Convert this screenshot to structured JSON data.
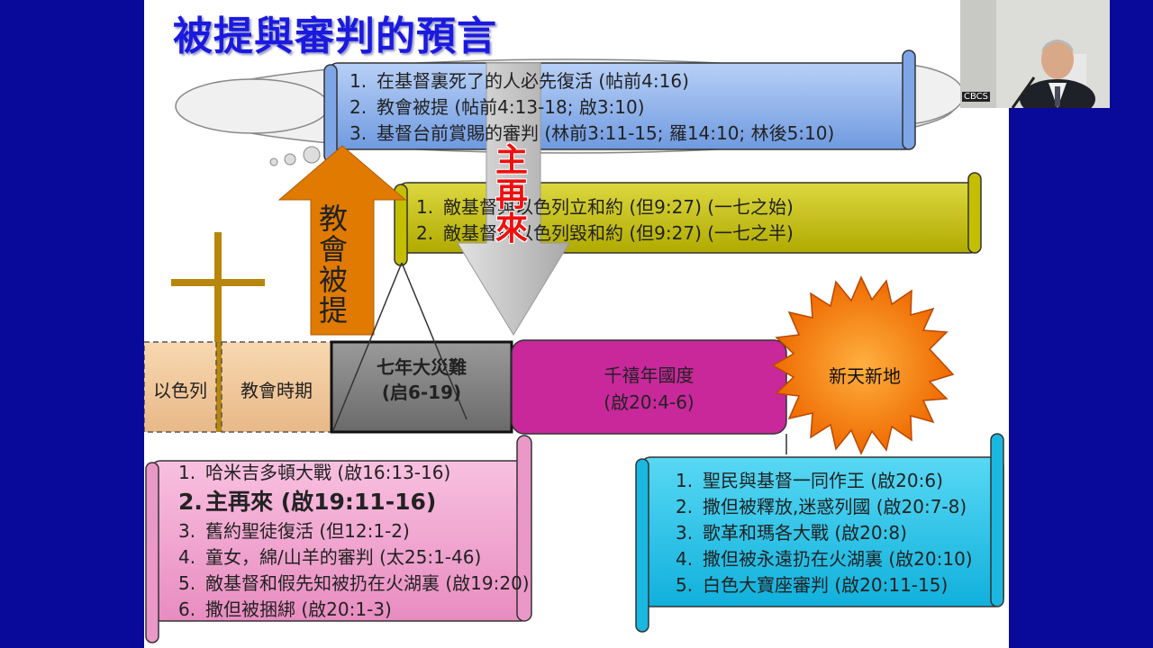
{
  "slide": {
    "title": "被提與審判的預言",
    "cloud_items": [
      {
        "n": "1.",
        "text": "在基督裏死了的人必先復活 (帖前4:16)"
      },
      {
        "n": "2.",
        "text": "教會被提 (帖前4:13-18; 啟3:10)"
      },
      {
        "n": "3.",
        "text": "基督台前賞賜的審判 (林前3:11-15; 羅14:10; 林後5:10)"
      }
    ],
    "seven_items": [
      {
        "n": "1.",
        "text": "敵基督與以色列立和約 (但9:27) (一七之始)"
      },
      {
        "n": "2.",
        "text": "敵基督與以色列毀和約 (但9:27) (一七之半)"
      }
    ],
    "rapture_label": "教會被提",
    "return_label": "主再來",
    "periods": {
      "israel": "以色列",
      "church": "教會時期",
      "tribulation": "七年大災難",
      "tribulation_ref": "(启6-19)",
      "millennium": "千禧年國度",
      "millennium_ref": "(啟20:4-6)",
      "new_heaven": "新天新地"
    },
    "pink_items": [
      {
        "n": "1.",
        "text": "哈米吉多頓大戰 (啟16:13-16)"
      },
      {
        "n": "2.",
        "text": "主再來 (啟19:11-16)"
      },
      {
        "n": "3.",
        "text": "舊約聖徒復活 (但12:1-2)"
      },
      {
        "n": "4.",
        "text": "童女，綿/山羊的審判 (太25:1-46)"
      },
      {
        "n": "5.",
        "text": "敵基督和假先知被扔在火湖裏 (啟19:20)"
      },
      {
        "n": "6.",
        "text": "撒但被捆綁 (啟20:1-3)"
      }
    ],
    "cyan_items": [
      {
        "n": "1.",
        "text": "聖民與基督一同作王 (啟20:6)"
      },
      {
        "n": "2.",
        "text": "撒但被釋放,迷惑列國 (啟20:7-8)"
      },
      {
        "n": "3.",
        "text": "歌革和瑪各大戰 (啟20:8)"
      },
      {
        "n": "4.",
        "text": "撒但被永遠扔在火湖裏 (啟20:10)"
      },
      {
        "n": "5.",
        "text": "白色大寶座審判 (啟20:11-15)"
      }
    ]
  },
  "webcam": {
    "label": "CBCS"
  },
  "colors": {
    "background": "#0a0a9a",
    "title": "#1a1adf",
    "cloud_scroll": "#8fb4ee",
    "olive_scroll": "#c9c400",
    "pink_scroll": "#f2a0cf",
    "cyan_scroll": "#22c6ea",
    "millennium": "#c8289a",
    "tribulation": "#7a7a7a",
    "sun": "#f07010",
    "arrow_orange": "#e07a00",
    "arrow_gray": "#c8c8c8",
    "return_text": "#ee1010",
    "cross": "#b8860b"
  }
}
